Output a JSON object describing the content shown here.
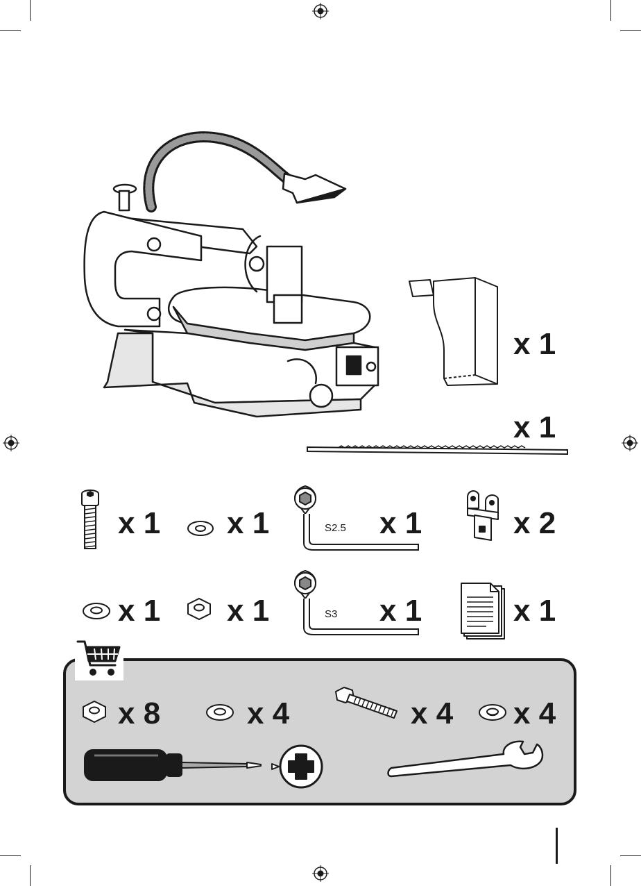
{
  "items": {
    "guard": {
      "qty": "x 1"
    },
    "blade": {
      "qty": "x 1"
    },
    "bolt": {
      "qty": "x 1"
    },
    "washer_small": {
      "qty": "x 1"
    },
    "hex_key_25": {
      "size": "S2.5",
      "qty": "x 1"
    },
    "bracket": {
      "qty": "x 2"
    },
    "washer_large": {
      "qty": "x 1"
    },
    "nut": {
      "qty": "x 1"
    },
    "hex_key_3": {
      "size": "S3",
      "qty": "x 1"
    },
    "manual": {
      "qty": "x 1"
    }
  },
  "purchase_panel": {
    "icon": "shopping-cart-icon",
    "nuts_qty": "x 8",
    "washers_qty": "x 4",
    "bolts_qty": "x 4",
    "lock_washers_qty": "x 4",
    "tools": [
      "phillips-screwdriver-icon",
      "open-end-wrench-icon"
    ]
  },
  "colors": {
    "ink": "#1a1a1a",
    "panel_fill": "#d3d3d3"
  }
}
